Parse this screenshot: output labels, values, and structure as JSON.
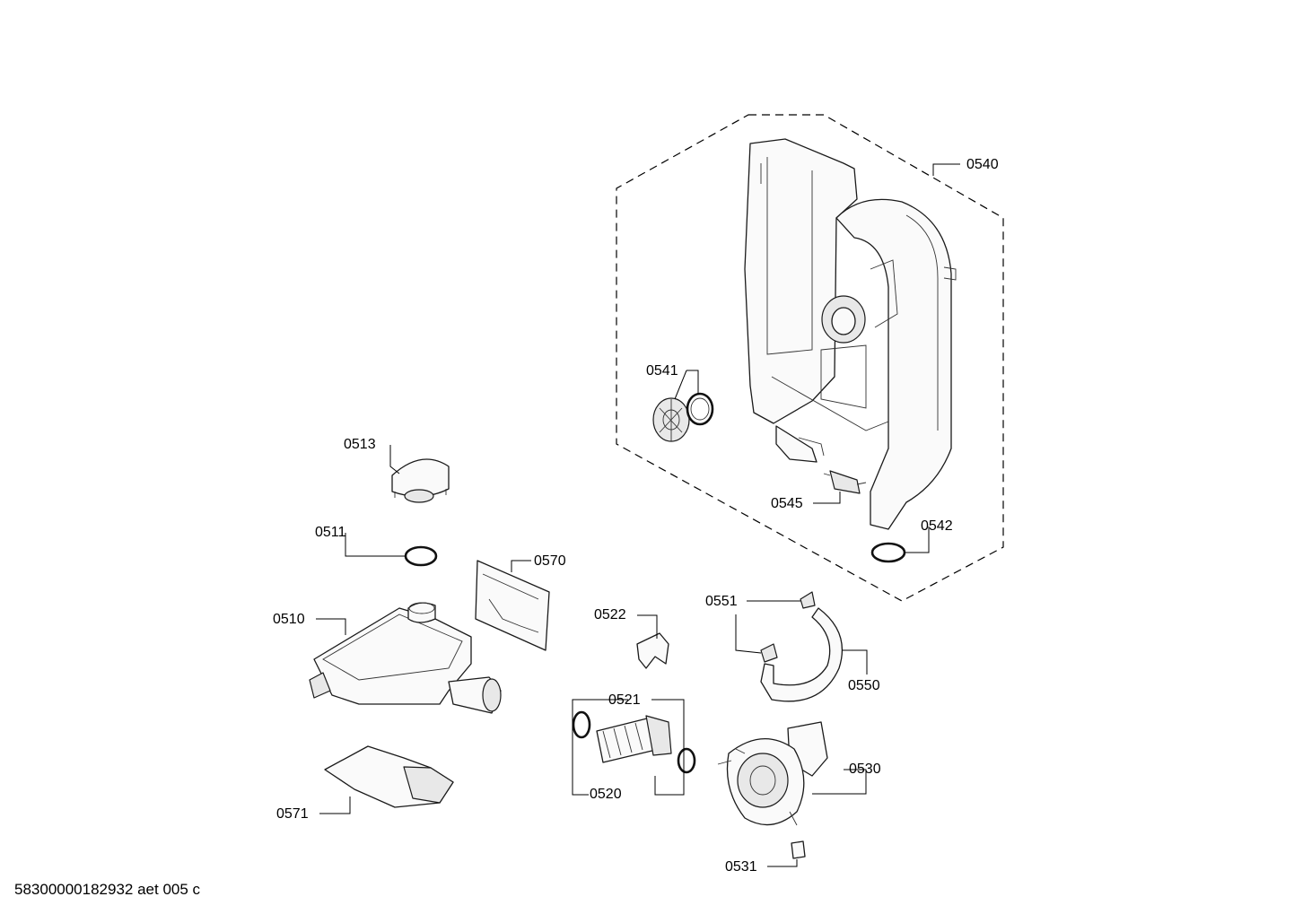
{
  "labels": {
    "p0540": "0540",
    "p0541": "0541",
    "p0545": "0545",
    "p0542": "0542",
    "p0513": "0513",
    "p0511": "0511",
    "p0570": "0570",
    "p0510": "0510",
    "p0522": "0522",
    "p0551": "0551",
    "p0550": "0550",
    "p0521": "0521",
    "p0520": "0520",
    "p0530": "0530",
    "p0531": "0531",
    "p0571": "0571"
  },
  "footer": "58300000182932 aet 005 c"
}
